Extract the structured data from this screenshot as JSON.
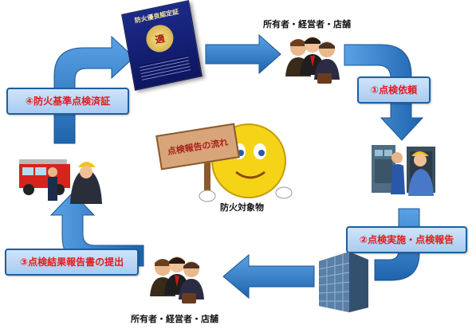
{
  "certificate": {
    "title": "防火優良認定証",
    "emblem": "適"
  },
  "owner_top": {
    "label": "所有者・経営者・店舗"
  },
  "owner_bottom": {
    "label": "所有者・経営者・店舗"
  },
  "steps": [
    {
      "label": "①点検依頼"
    },
    {
      "label": "②点検実施・点検報告"
    },
    {
      "label": "③点検結果報告書の提出"
    },
    {
      "label": "④防火基準点検済証"
    }
  ],
  "center": {
    "sign": "点検報告の流れ",
    "label": "防火対象物"
  },
  "colors": {
    "arrow": "#2a78c4",
    "box_text": "#e11b1b",
    "box_bg": "#bcd8f6"
  }
}
